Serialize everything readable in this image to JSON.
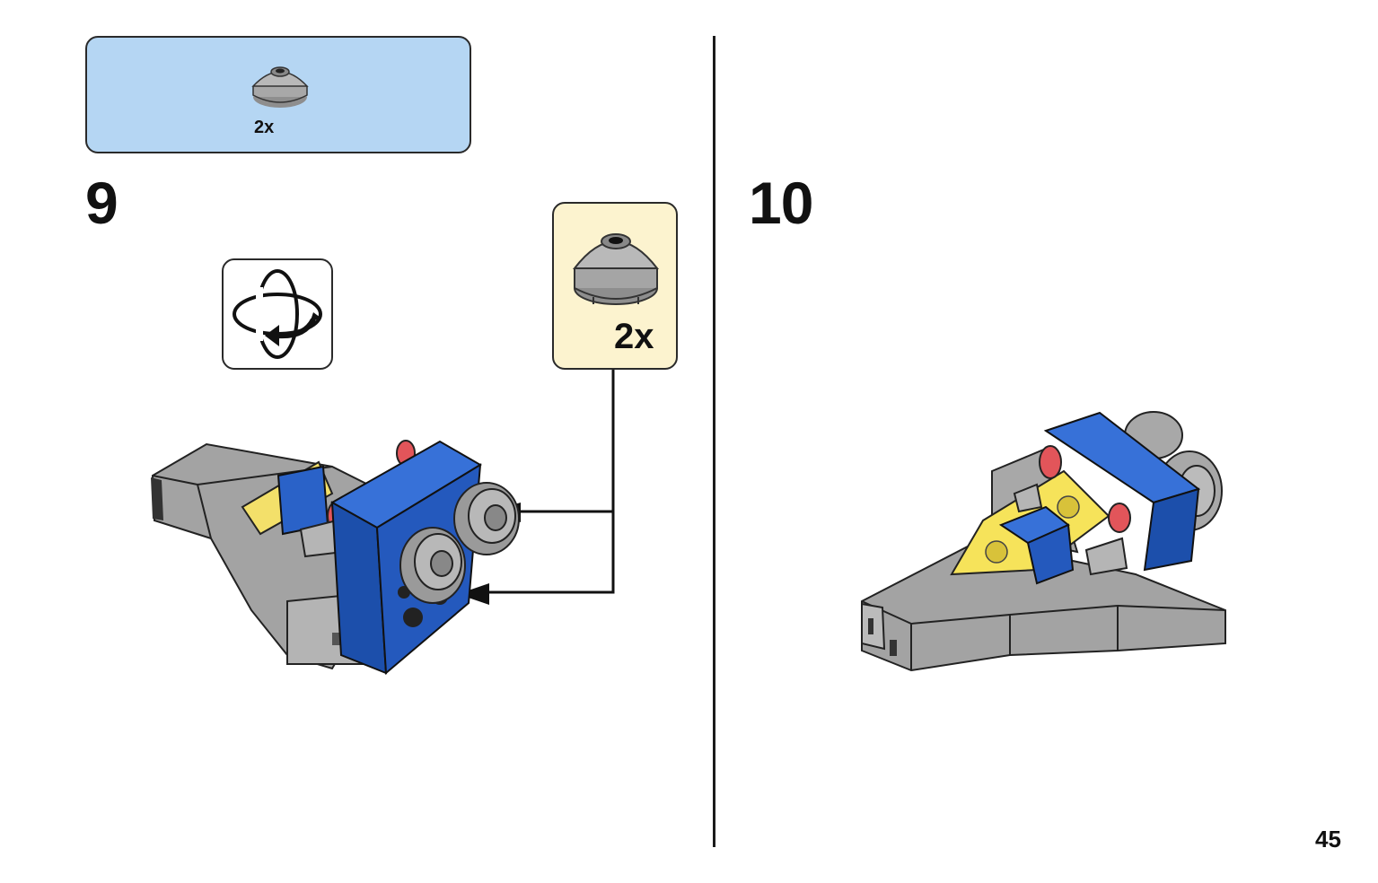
{
  "parts_list": {
    "quantity": "2x",
    "part_icon": "round-brick-dome-icon",
    "color": "#a8a8a8"
  },
  "steps": [
    {
      "number": "9",
      "callout_quantity": "2x",
      "rotate_icon": "rotate-model-icon"
    },
    {
      "number": "10"
    }
  ],
  "page_number": "45",
  "colors": {
    "parts_bg": "#b5d6f3",
    "callout_bg": "#fcf3cf",
    "blue": "#1f5fc4",
    "gray": "#a7a7a7",
    "yellow": "#f6e35a",
    "red": "#e2555a"
  }
}
